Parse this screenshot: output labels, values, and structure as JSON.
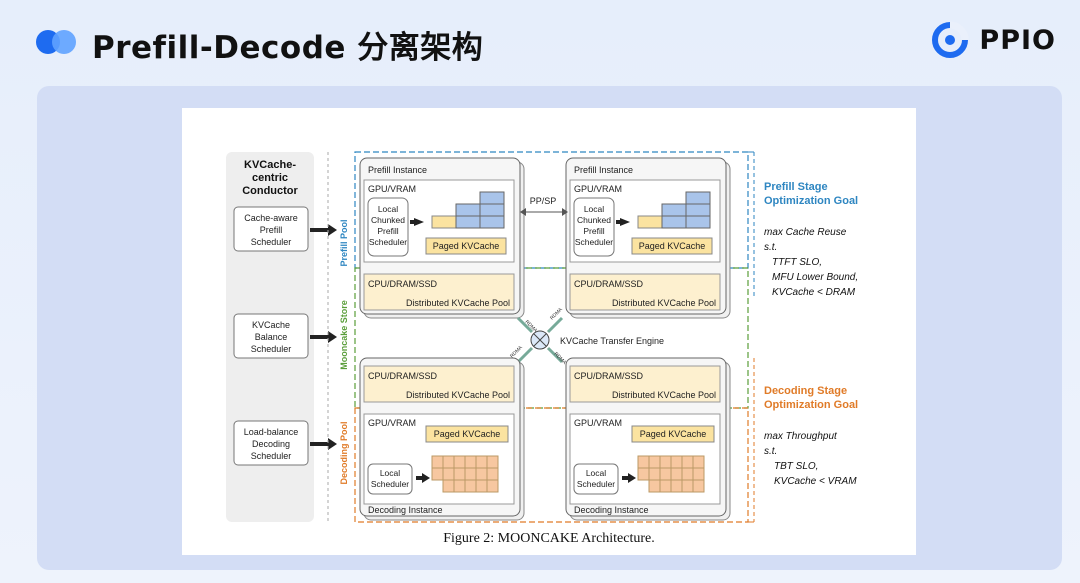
{
  "header": {
    "title": "Prefill-Decode 分离架构",
    "logo_text": "PPIO",
    "accent_color": "#1e6bf0"
  },
  "figure": {
    "caption": "Figure 2: MOONCAKE Architecture.",
    "conductor": {
      "title": "KVCache-centric Conductor",
      "schedulers": [
        "Cache-aware Prefill Scheduler",
        "KVCache Balance Scheduler",
        "Load-balance Decoding Scheduler"
      ]
    },
    "pools": {
      "prefill": "Prefill Pool",
      "store": "Mooncake Store",
      "decoding": "Decoding Pool"
    },
    "prefill_instance": {
      "title": "Prefill Instance",
      "gpu": "GPU/VRAM",
      "chunked_prefill": "Local Chunked Prefill Scheduler",
      "paged": "Paged KVCache",
      "cpu": "CPU/DRAM/SSD",
      "dist_pool": "Distributed KVCache Pool"
    },
    "decoding_instance": {
      "title": "Decoding Instance",
      "gpu": "GPU/VRAM",
      "paged": "Paged KVCache",
      "local_sched": "Local Scheduler",
      "cpu": "CPU/DRAM/SSD",
      "dist_pool": "Distributed KVCache Pool"
    },
    "ppsp": "PP/SP",
    "transfer_engine": "KVCache Transfer Engine",
    "rdma": "RDMA",
    "prefill_goal": {
      "title": "Prefill Stage Optimization Goal",
      "lines": [
        "max Cache Reuse",
        "s.t.",
        "TTFT SLO,",
        "MFU Lower Bound,",
        "KVCache < DRAM"
      ]
    },
    "decoding_goal": {
      "title": "Decoding Stage Optimization Goal",
      "lines": [
        "max Throughput",
        "s.t.",
        "TBT SLO,",
        "KVCache < VRAM"
      ]
    },
    "colors": {
      "prefill_blue": "#2e86c1",
      "store_green": "#5a9e3a",
      "decode_orange": "#e07b28",
      "cpu_box": "#fdf0cf",
      "paged_box": "#fbe3a0",
      "block_blue": "#a9c4ea",
      "block_orange": "#f7c7a0"
    }
  }
}
